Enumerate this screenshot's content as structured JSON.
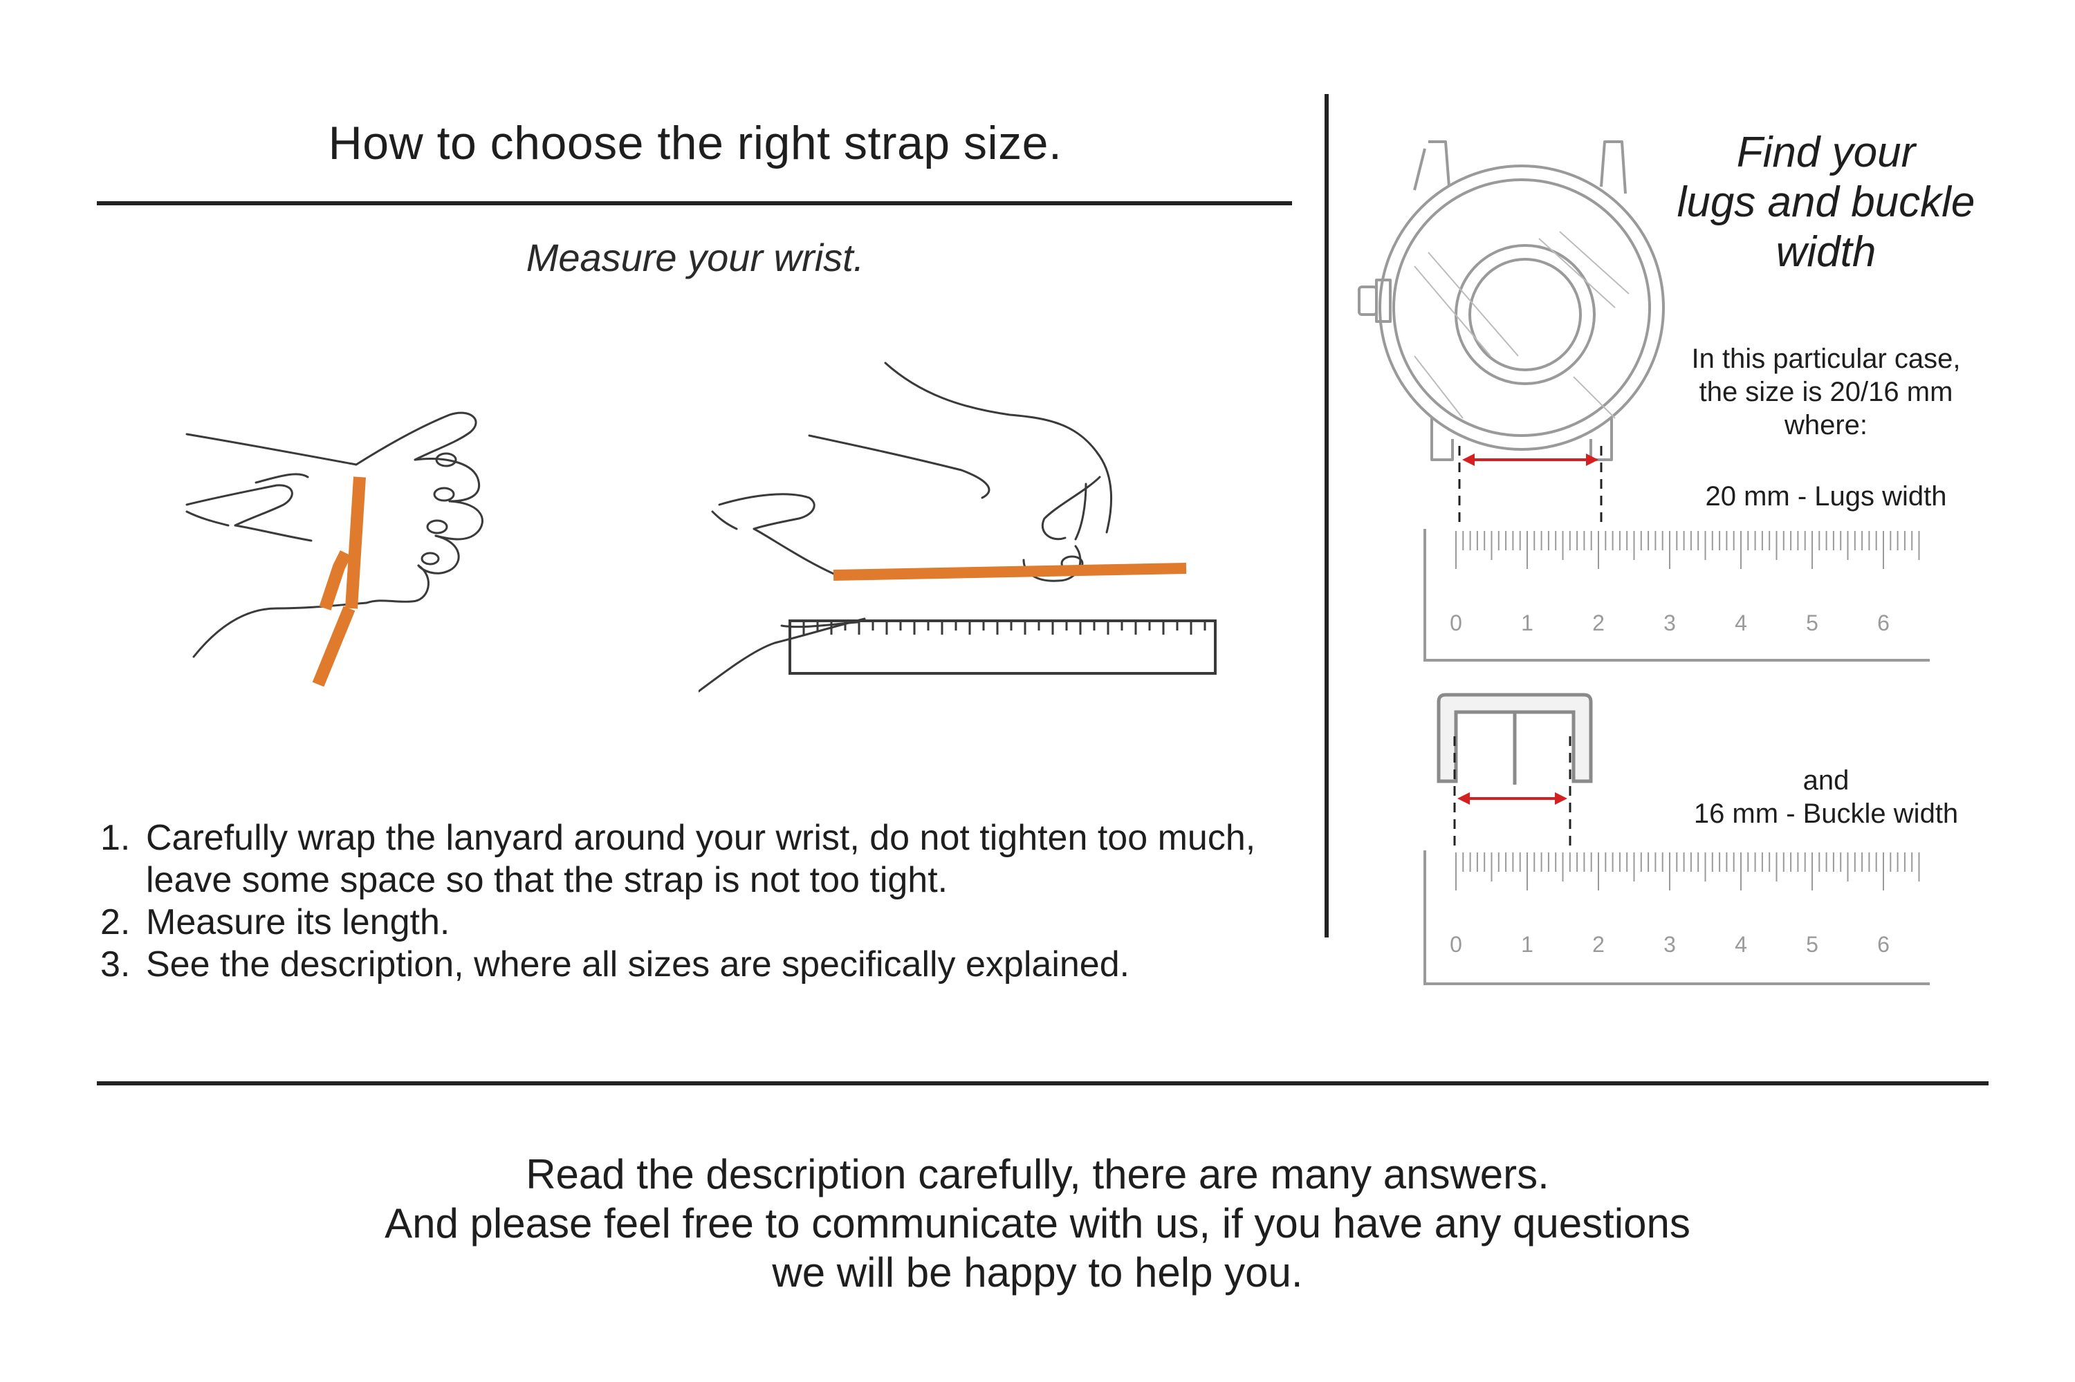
{
  "header": {
    "title": "How to choose the right strap size.",
    "subtitle": "Measure your wrist."
  },
  "steps": [
    {
      "number": "1.",
      "lines": [
        "Carefully wrap the lanyard around your wrist, do not tighten too much,",
        "leave some space so that the strap is not too tight."
      ]
    },
    {
      "number": "2.",
      "lines": [
        "Measure its length."
      ]
    },
    {
      "number": "3.",
      "lines": [
        "See the description, where all sizes are specifically explained."
      ]
    }
  ],
  "right_panel": {
    "title_lines": [
      "Find your",
      "lugs and buckle",
      "width"
    ],
    "case_lines": [
      "In this particular case,",
      "the size is 20/16 mm",
      "where:"
    ],
    "lugs_label": "20 mm - Lugs width",
    "buckle_lines": [
      "and",
      "16 mm - Buckle width"
    ],
    "ruler_numbers": [
      "0",
      "1",
      "2",
      "3",
      "4",
      "5",
      "6"
    ]
  },
  "footer": {
    "lines": [
      "Read the description carefully, there are many answers.",
      "And please feel free to communicate with us, if you have any questions",
      "we will be happy to help you."
    ]
  },
  "colors": {
    "strap": "#e07a2c",
    "arrow": "#d42020",
    "ink": "#222222",
    "sketch": "#9a9a9a"
  },
  "icons": {
    "wrist_wrap": "wrist-wrap-illustration",
    "strap_measure": "strap-measure-illustration",
    "watch": "watch-case-illustration",
    "buckle": "buckle-illustration"
  }
}
